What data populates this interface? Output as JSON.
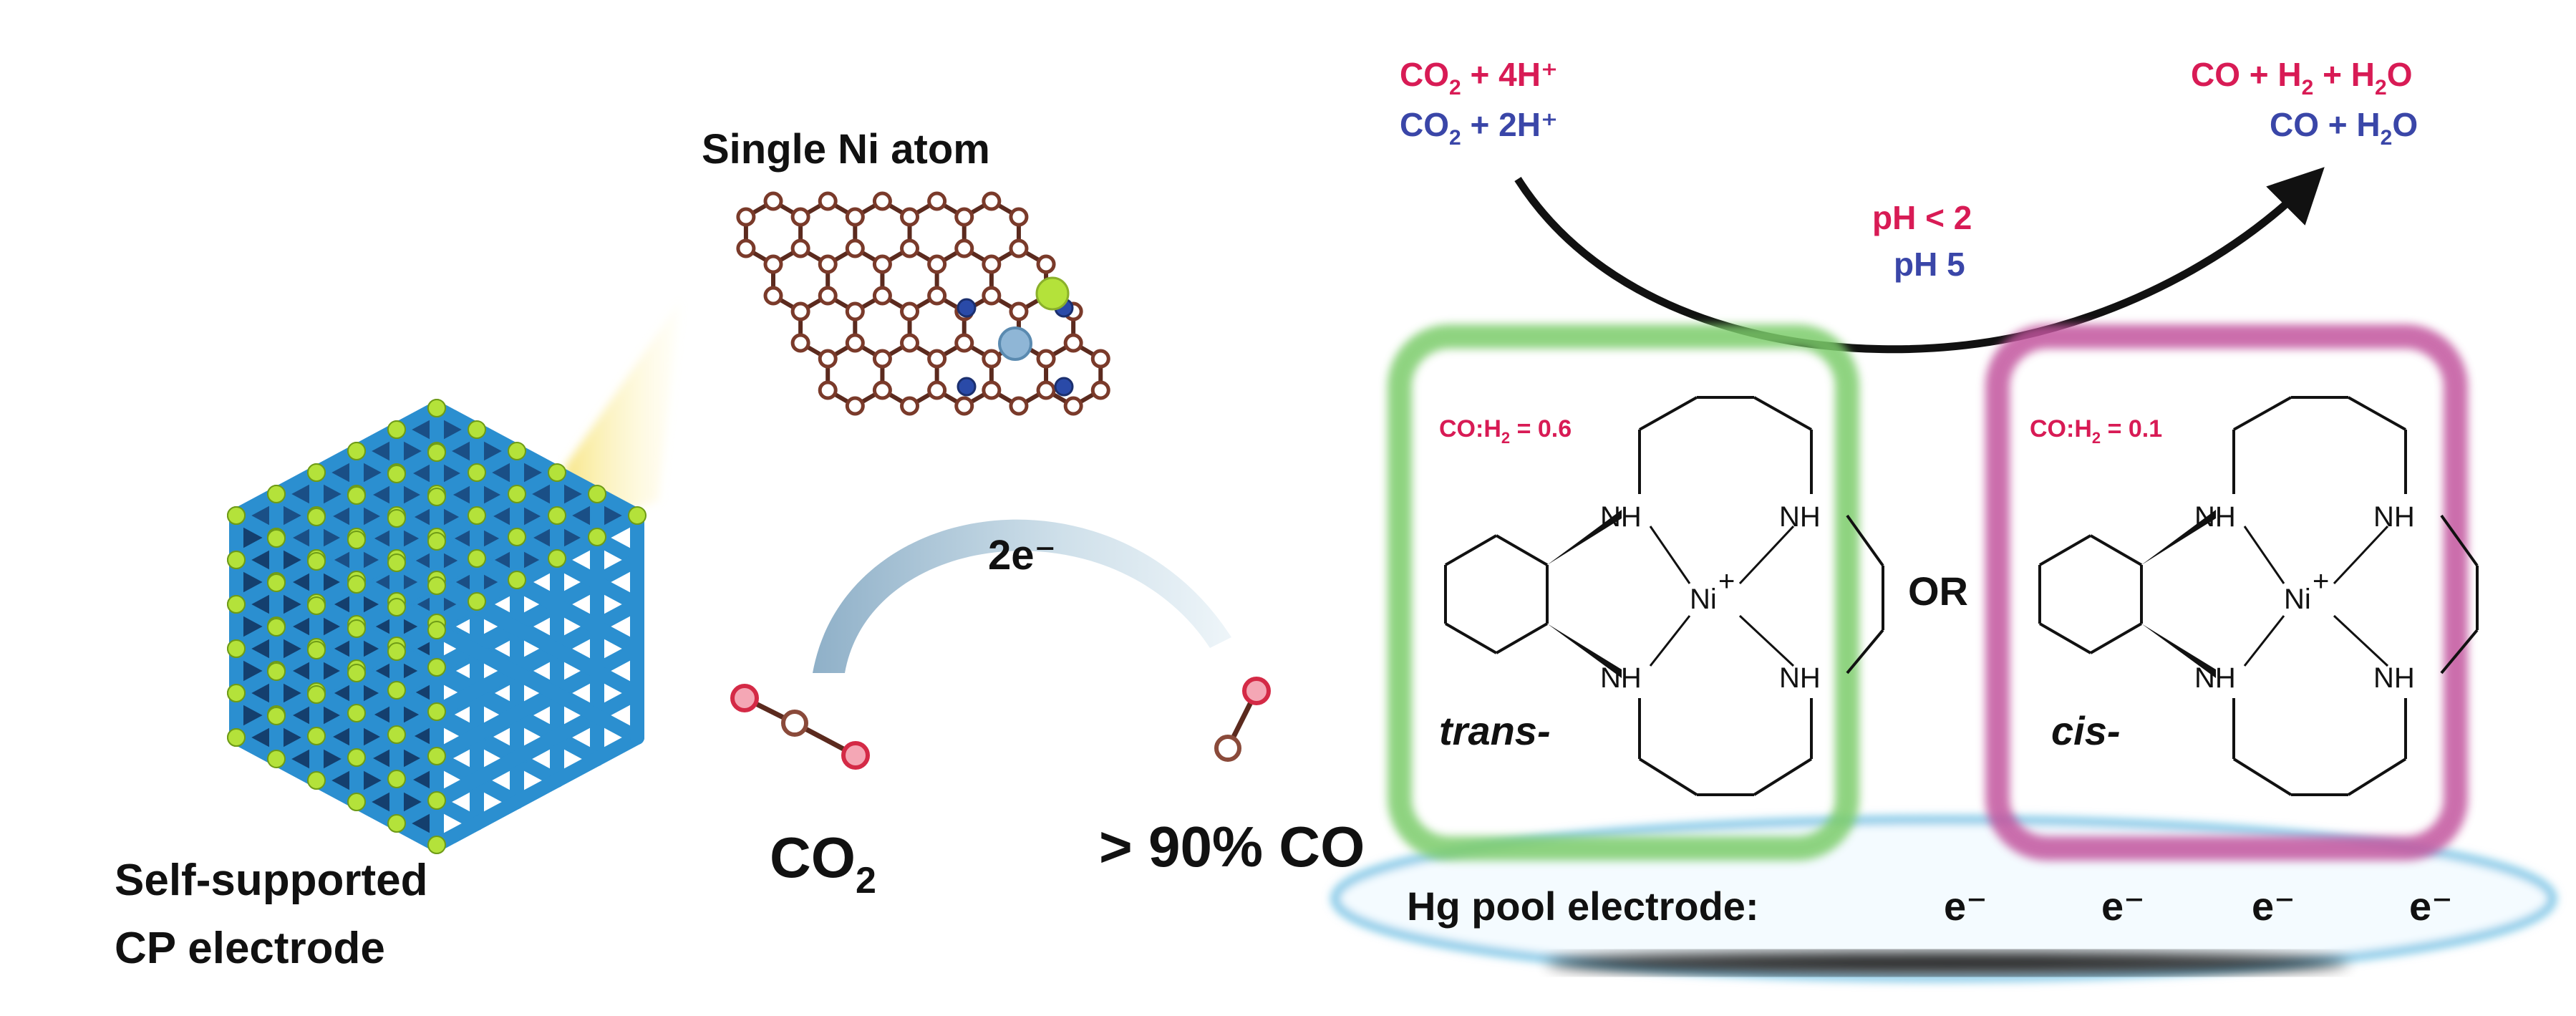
{
  "colors": {
    "red_text": "#d81b55",
    "blue_text": "#3a46a8",
    "green_box": "#7ccc6a",
    "magenta_box": "#c2559e",
    "cube_blue": "#2b8fd0",
    "cube_dark": "#0f3a66",
    "node_green": "#b4e23a",
    "bond_brown": "#5b2a1e",
    "ni_atom": "#8fb6d6",
    "n_atom": "#2a4aa8",
    "o_atom": "#d42a46",
    "ellipse": "#5fb6dd"
  },
  "left_panel": {
    "single_ni_label": "Single Ni atom",
    "electron_label": "2e⁻",
    "co2_label_main": "CO",
    "co2_label_sub": "2",
    "product_label": "> 90% CO",
    "electrode_label_line1": "Self-supported",
    "electrode_label_line2": "CP electrode",
    "icons": [
      "catalyst-cube-icon",
      "single-ni-graphene-icon",
      "co2-molecule-icon",
      "co-molecule-icon"
    ]
  },
  "right_panel": {
    "reactant_acidic": {
      "pre": "CO",
      "sub": "2",
      "post": " + 4H⁺"
    },
    "reactant_mild": {
      "pre": "CO",
      "sub": "2",
      "post": " + 2H⁺"
    },
    "product_acidic": {
      "pre": "CO + H",
      "sub": "2",
      "post": " + H",
      "sub2": "2",
      "post2": "O"
    },
    "product_mild": {
      "pre": "CO + H",
      "sub": "2",
      "post": "O"
    },
    "ph_acidic": "pH < 2",
    "ph_mild": "pH 5",
    "trans_ratio": {
      "pre": "CO:H",
      "sub": "2",
      "post": " = 0.6"
    },
    "cis_ratio": {
      "pre": "CO:H",
      "sub": "2",
      "post": " = 0.1"
    },
    "trans_label": "trans-",
    "cis_label": "cis-",
    "or_label": "OR",
    "nh_label": "NH",
    "ni_label": "Ni",
    "ni_charge": "+",
    "electrode_label": "Hg pool electrode:",
    "electron_symbol": "e⁻",
    "electrons": [
      "e⁻",
      "e⁻",
      "e⁻",
      "e⁻"
    ]
  }
}
